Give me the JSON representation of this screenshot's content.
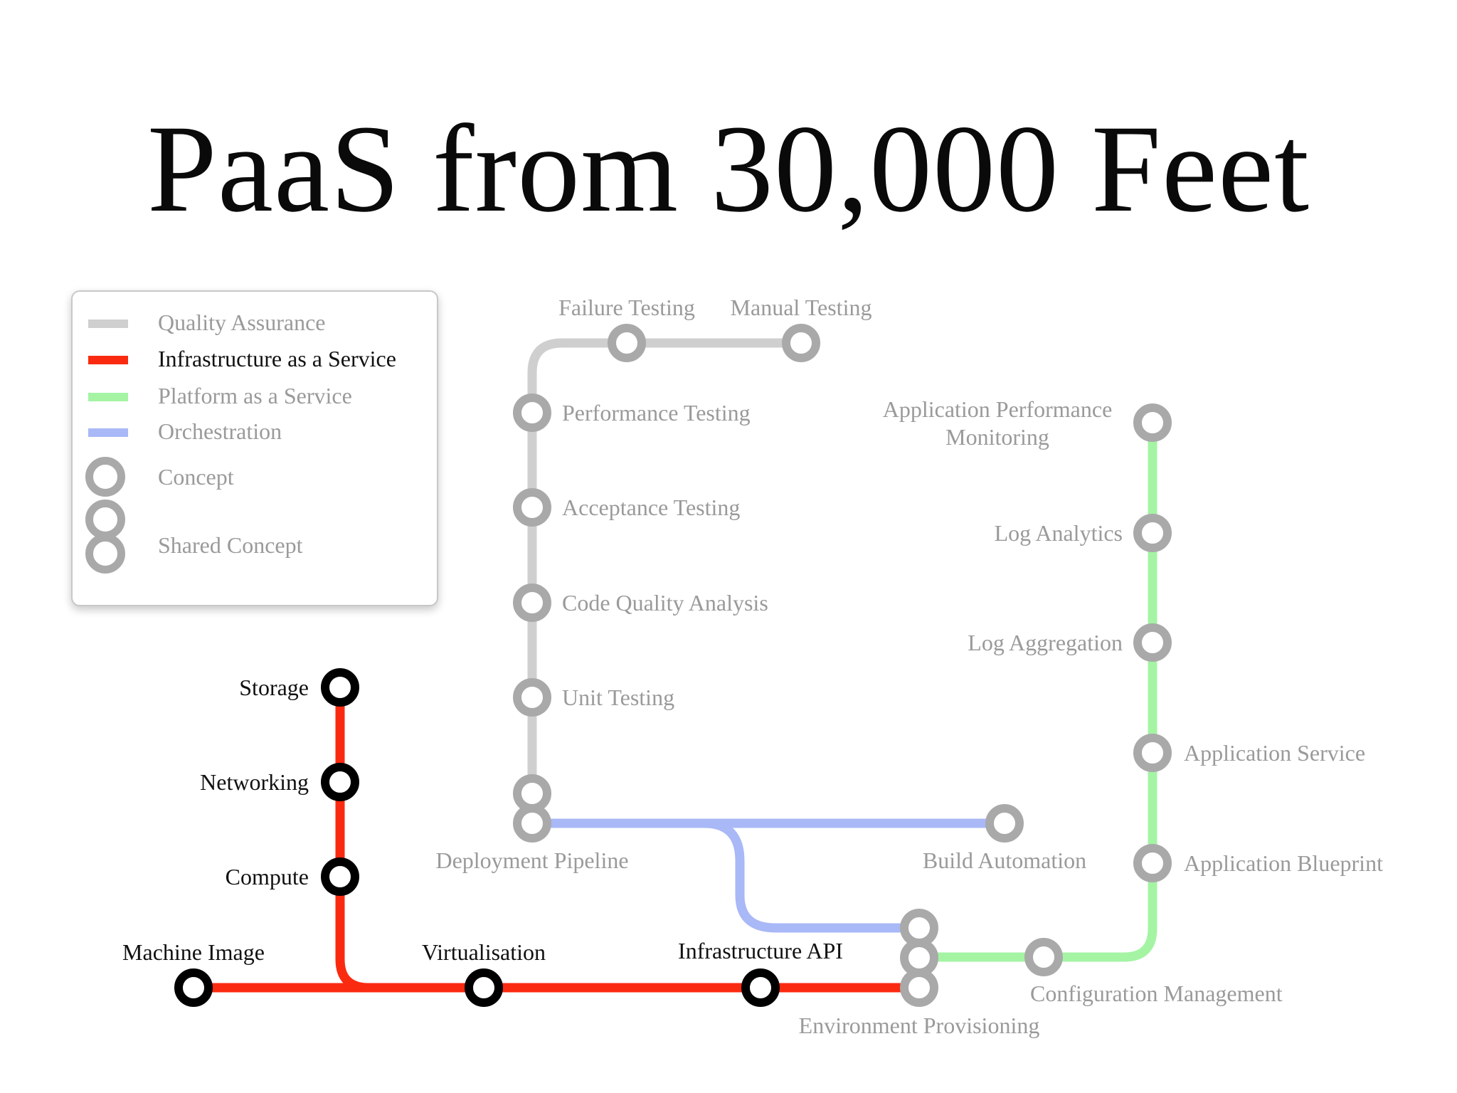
{
  "title": "PaaS from 30,000 Feet",
  "colors": {
    "qa": "#cfcfcf",
    "iaas": "#fa2a10",
    "paas": "#a4f4a4",
    "orchestration": "#a9b8f6",
    "station_gray": "#a9a9a9",
    "station_black": "#000000",
    "text_dark": "#111111",
    "text_gray": "#9a9a9a"
  },
  "legend": {
    "items": [
      {
        "label": "Quality Assurance",
        "line": "qa"
      },
      {
        "label": "Infrastructure as a Service",
        "line": "iaas"
      },
      {
        "label": "Platform as a Service",
        "line": "paas"
      },
      {
        "label": "Orchestration",
        "line": "orchestration"
      },
      {
        "label": "Concept",
        "marker": "ring"
      },
      {
        "label": "Shared Concept",
        "marker": "double-ring"
      }
    ]
  },
  "lines": [
    {
      "name": "Quality Assurance",
      "color": "qa",
      "stations": [
        "Manual Testing",
        "Failure Testing",
        "Performance Testing",
        "Acceptance Testing",
        "Code Quality Analysis",
        "Unit Testing",
        "Deployment Pipeline"
      ]
    },
    {
      "name": "Infrastructure as a Service",
      "color": "iaas",
      "stations": [
        "Storage",
        "Networking",
        "Compute",
        "Machine Image",
        "Virtualisation",
        "Infrastructure API",
        "Environment Provisioning"
      ]
    },
    {
      "name": "Orchestration",
      "color": "orchestration",
      "stations": [
        "Deployment Pipeline",
        "Build Automation",
        "Environment Provisioning"
      ]
    },
    {
      "name": "Platform as a Service",
      "color": "paas",
      "stations": [
        "Environment Provisioning",
        "Configuration Management",
        "Application Blueprint",
        "Application Service",
        "Log Aggregation",
        "Log Analytics",
        "Application Performance Monitoring"
      ]
    }
  ],
  "stations": {
    "failure_testing": "Failure Testing",
    "manual_testing": "Manual Testing",
    "performance_testing": "Performance Testing",
    "acceptance_testing": "Acceptance Testing",
    "code_quality": "Code Quality Analysis",
    "unit_testing": "Unit Testing",
    "deployment_pipeline": "Deployment Pipeline",
    "build_automation": "Build Automation",
    "apm_line1": "Application Performance",
    "apm_line2": "Monitoring",
    "log_analytics": "Log Analytics",
    "log_aggregation": "Log Aggregation",
    "application_service": "Application Service",
    "application_blueprint": "Application Blueprint",
    "configuration_management": "Configuration Management",
    "environment_provisioning": "Environment Provisioning",
    "storage": "Storage",
    "networking": "Networking",
    "compute": "Compute",
    "machine_image": "Machine Image",
    "virtualisation": "Virtualisation",
    "infrastructure_api": "Infrastructure API"
  }
}
